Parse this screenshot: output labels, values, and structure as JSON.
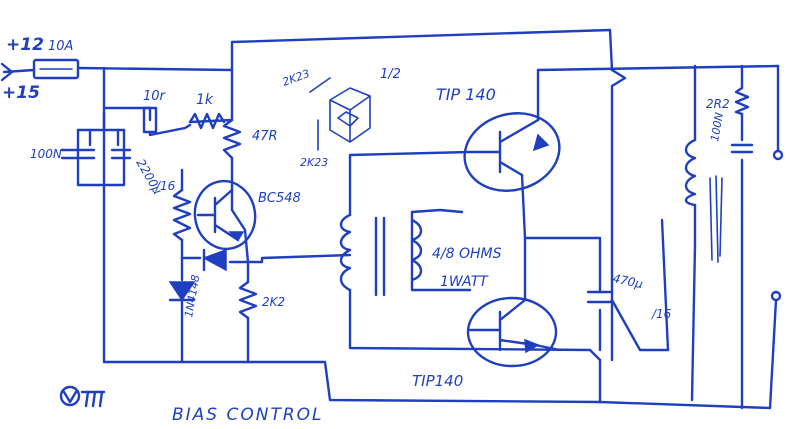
{
  "schematic": {
    "labels": {
      "supply_pos": "+12",
      "supply_alt": "+15",
      "fuse": "10A",
      "res_10r": "10r",
      "res_1k": "1k",
      "res_47r": "47R",
      "cap_100n_left": "100N",
      "cap_2200u": "2200µ",
      "cap_2200u_volt": "/16",
      "bd548": "BC548",
      "diode": "1N4148",
      "res_2k2_low": "2K2",
      "pot_2k23_a": "2K23",
      "pot_2k23_b": "2K23",
      "pot_12": "1/2",
      "tip_top": "TIP 140",
      "tip_bottom": "TIP140",
      "load_ohms": "4/8 OHMS",
      "load_watt": "1WATT",
      "cap_470u": "470µ",
      "cap_470u_volt": "/16",
      "res_2r2": "2R2",
      "cap_100n_right": "100N",
      "bias": "BIAS CONTROL"
    },
    "colors": {
      "ink": "#1f3fbf",
      "paper": "#ffffff"
    }
  }
}
